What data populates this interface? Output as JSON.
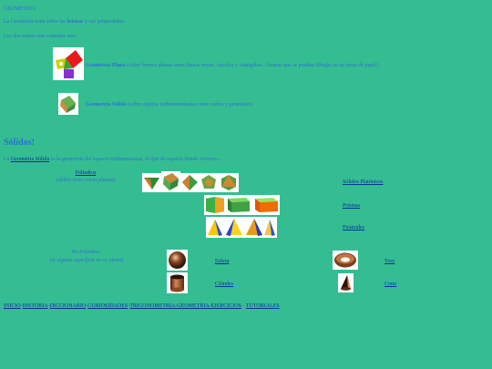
{
  "header": {
    "title": "GEOMETRIA",
    "intro_pre": "La Geometria trata sobre las ",
    "intro_bold": "formas",
    "intro_post": " y sus propiedades.",
    "subintro": "Los dos temas más comunes son:"
  },
  "topics": [
    {
      "title": "Geometria Plana",
      "desc": " (sobre formas planas como lineas rectas, circulos y triangulos... formas que se pueden dibujar en un trozo de papel)"
    },
    {
      "title": "Geometria Sólida",
      "desc": " (sobre objetos tridimensionales como cubos y pirámides)"
    }
  ],
  "solids": {
    "heading": "Sólidos!",
    "intro_pre": "La ",
    "intro_link": "Geometria Sólida",
    "intro_post": " es la geometria del espacio tridimensional, el tipo de espacio donde vivimos..."
  },
  "poliedros": {
    "label": "Poliedros",
    "sub": "(deben tener caras planas)",
    "links": [
      "Sólidos Platónicos",
      "Prismas",
      "Pirámides"
    ]
  },
  "no_poliedros": {
    "label": "No Poliedros",
    "sub": "(si alguna superficie no es plana)",
    "links": [
      "Esfera",
      "Cilindro",
      "Toro",
      "Cono"
    ]
  },
  "footer_nav": [
    "INICIO",
    "HISTORIA",
    "DICCIONARIO",
    "CURIOSIDADES",
    "TRIGONOMETRIA-GEOMETRIA-EJERCICIOS",
    "TUTORIALES"
  ]
}
